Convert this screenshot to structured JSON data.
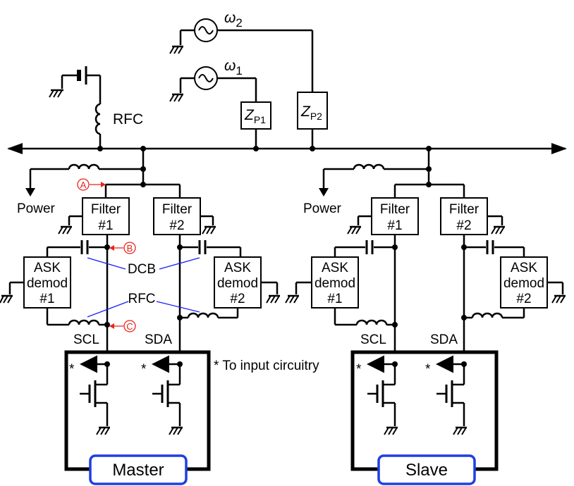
{
  "sources": {
    "omega1": "ω",
    "omega1_sub": "1",
    "omega2": "ω",
    "omega2_sub": "2"
  },
  "impedances": {
    "zp1": "Z",
    "zp1_sub": "P1",
    "zp2": "Z",
    "zp2_sub": "P2"
  },
  "bus": {
    "rfc_label": "RFC"
  },
  "node_labels": {
    "a": "A",
    "b": "B",
    "c": "C"
  },
  "master": {
    "power_label": "Power",
    "filter1": [
      "Filter",
      "#1"
    ],
    "filter2": [
      "Filter",
      "#2"
    ],
    "ask1": [
      "ASK",
      "demod",
      "#1"
    ],
    "ask2": [
      "ASK",
      "demod",
      "#2"
    ],
    "dcb_label": "DCB",
    "rfc_label": "RFC",
    "scl": "SCL",
    "sda": "SDA",
    "star": "*",
    "input_note": "* To input circuitry",
    "title": "Master"
  },
  "slave": {
    "power_label": "Power",
    "filter1": [
      "Filter",
      "#1"
    ],
    "filter2": [
      "Filter",
      "#2"
    ],
    "ask1": [
      "ASK",
      "demod",
      "#1"
    ],
    "ask2": [
      "ASK",
      "demod",
      "#2"
    ],
    "scl": "SCL",
    "sda": "SDA",
    "star": "*",
    "title": "Slave"
  },
  "colors": {
    "wire": "#000000",
    "annotation_lines": "#1a1aff",
    "markers": "#e8231d",
    "title_border": "#1f3fe0"
  }
}
